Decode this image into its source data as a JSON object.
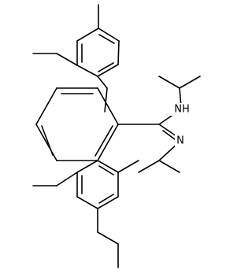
{
  "diagram_type": "skeletal structural formula",
  "atom_labels": {
    "amine_nitrogen": "NH",
    "imine_nitrogen": "N"
  },
  "colors": {
    "bond": "#000000",
    "background": "#ffffff"
  }
}
